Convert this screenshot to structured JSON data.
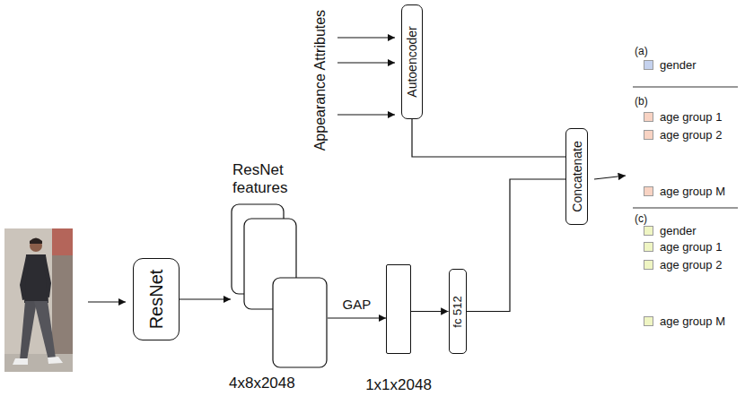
{
  "diagram": {
    "nodes": [
      {
        "text": [
          "Autoencoder"
        ]
      },
      {
        "text": [
          "ResNet"
        ]
      },
      {
        "text": [
          "ResNet features",
          "4x8x2048"
        ]
      },
      {
        "text": [
          "1x1x2048"
        ]
      },
      {
        "text": [
          "fc 512"
        ]
      },
      {
        "text": [
          "Concatenate"
        ]
      }
    ],
    "edges": [
      {
        "from": 1,
        "to": 2,
        "arrow": "to"
      },
      {
        "from": 2,
        "to": 3,
        "label": "GAP",
        "arrow": "to"
      },
      {
        "from": 3,
        "to": 4,
        "arrow": "to"
      },
      {
        "from": 0,
        "to": 5,
        "arrow": "none"
      },
      {
        "from": 4,
        "to": 5,
        "arrow": "none"
      }
    ],
    "labels": [
      "Appearance Attributes",
      "(a)",
      "(b)",
      "(c)"
    ],
    "legend": [
      {
        "text": "gender",
        "color": "#c5d2ee"
      },
      {
        "text": "age group 1",
        "color": "#f8d3c3"
      },
      {
        "text": "age group 2",
        "color": "#f8d3c3"
      },
      {
        "text": "age group M",
        "color": "#f8d3c3"
      },
      {
        "text": "gender",
        "color": "#eff5c3"
      },
      {
        "text": "age group 1",
        "color": "#eff5c3"
      },
      {
        "text": "age group 2",
        "color": "#eff5c3"
      },
      {
        "text": "age group M",
        "color": "#eff5c3"
      }
    ]
  }
}
